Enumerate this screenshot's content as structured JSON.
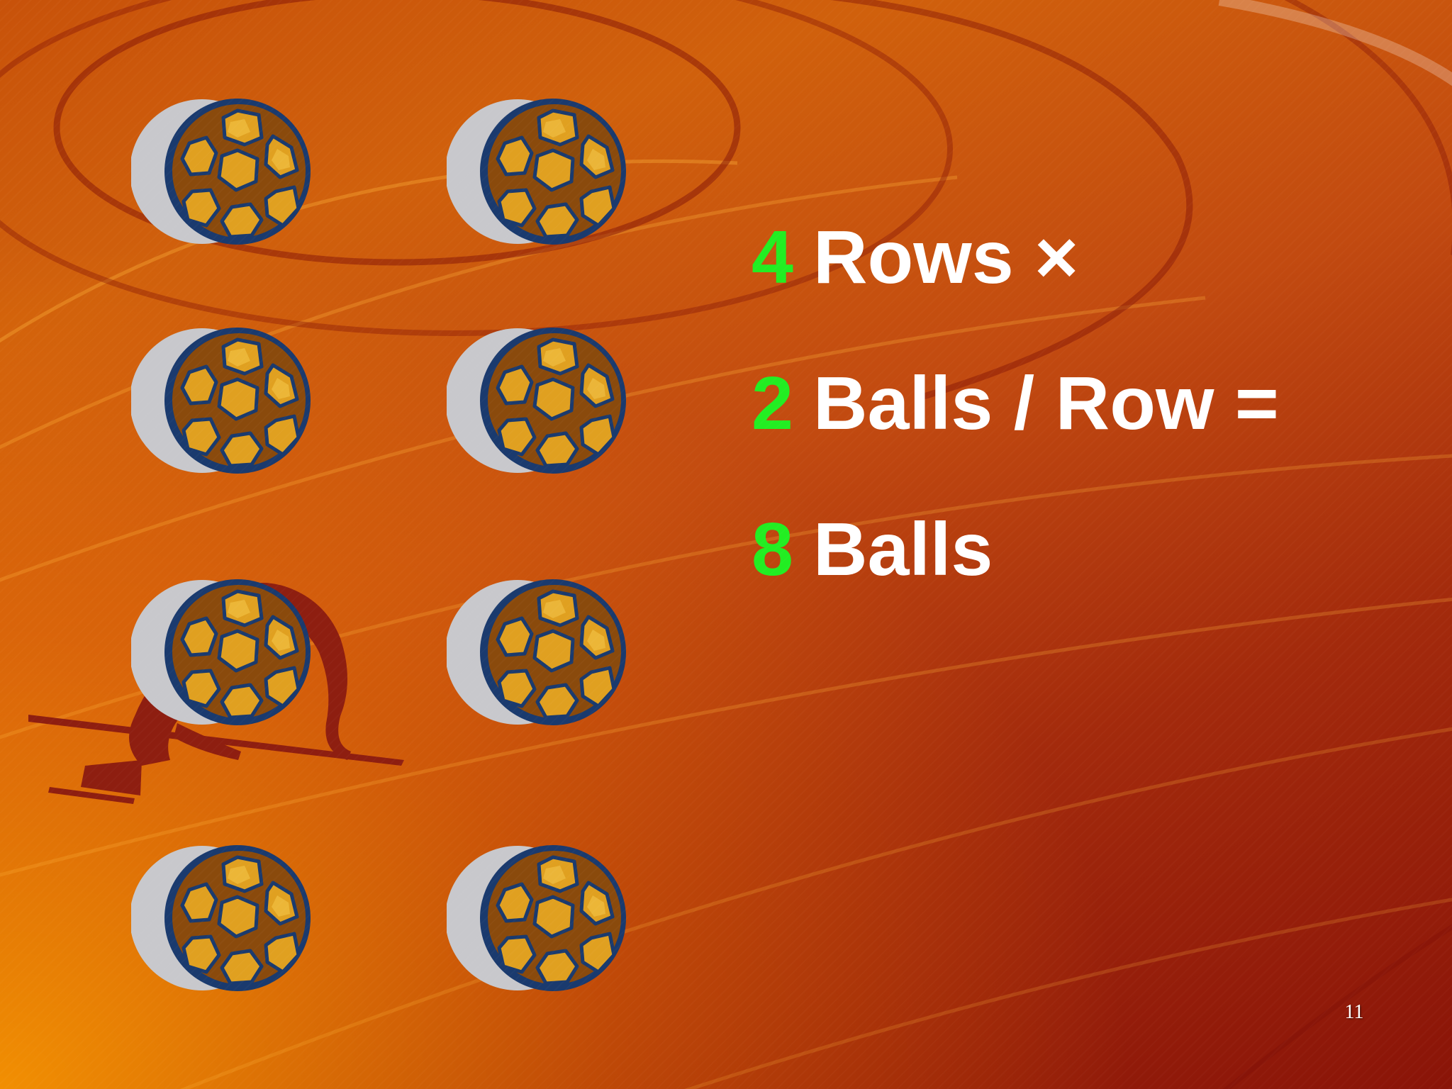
{
  "slide": {
    "equation": {
      "rows_line": {
        "number": "4",
        "text": "Rows ×"
      },
      "per_row_line": {
        "number": "2",
        "text": "Balls / Row ="
      },
      "total_line": {
        "number": "8",
        "text": "Balls"
      }
    },
    "page_number": "11",
    "balls": {
      "rows": 4,
      "per_row": 2,
      "icon": "soccer-ball-icon"
    },
    "decorations": [
      "running-track-lines",
      "sprinter-at-starting-blocks"
    ],
    "colors": {
      "number_green": "#22ee22",
      "text_white": "#ffffff",
      "background_orange": "#d0600c",
      "background_red": "#8a1408",
      "ball_gold": "#e0a020",
      "ball_outline": "#1a3a6e",
      "ball_shadow": "#c8c8cc"
    }
  }
}
